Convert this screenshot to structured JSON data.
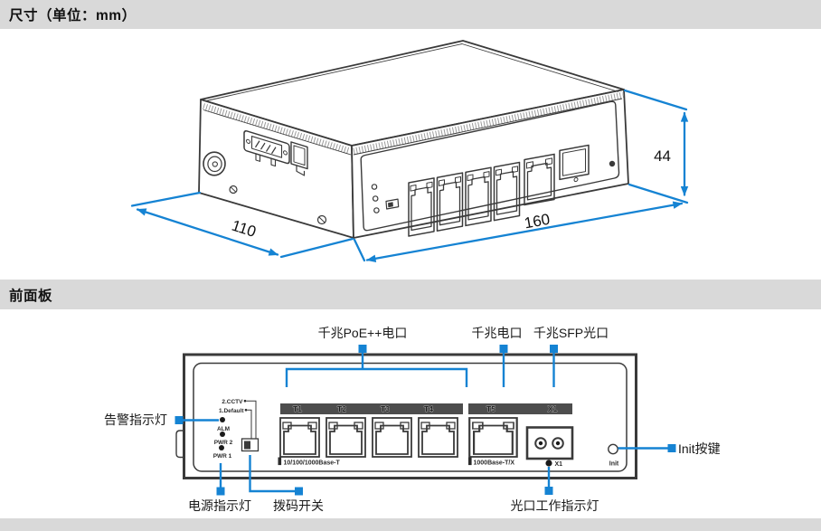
{
  "headers": {
    "dimensions": "尺寸（单位：mm）",
    "front_panel": "前面板"
  },
  "dimension_drawing": {
    "width_mm": "160",
    "depth_mm": "110",
    "height_mm": "44"
  },
  "front_panel": {
    "callout_poe_ports": "千兆PoE++电口",
    "callout_ge_port": "千兆电口",
    "callout_sfp_port": "千兆SFP光口",
    "callout_alarm_led": "告警指示灯",
    "callout_power_led": "电源指示灯",
    "callout_dip_switch": "拨码开关",
    "callout_optical_led": "光口工作指示灯",
    "callout_init_button": "Init按键",
    "dip_position_2": "2.CCTV",
    "dip_position_1": "1.Default",
    "led_labels": [
      "ALM",
      "PWR 2",
      "PWR 1"
    ],
    "port_bar_labels": [
      "T1",
      "T2",
      "T3",
      "T4"
    ],
    "uplink_bar_labels": [
      "T5",
      "X1"
    ],
    "copper_ports_spec": "10/100/1000Base-T",
    "combo_port_spec": "1000Base-T/X",
    "sfp_port_label": "X1",
    "init_button_label": "Init"
  },
  "colors": {
    "accent_blue": "#1583d3",
    "header_bg": "#d9d9d9",
    "line_dark": "#3a3a3a",
    "port_bar_bg": "#4d4d4d"
  }
}
